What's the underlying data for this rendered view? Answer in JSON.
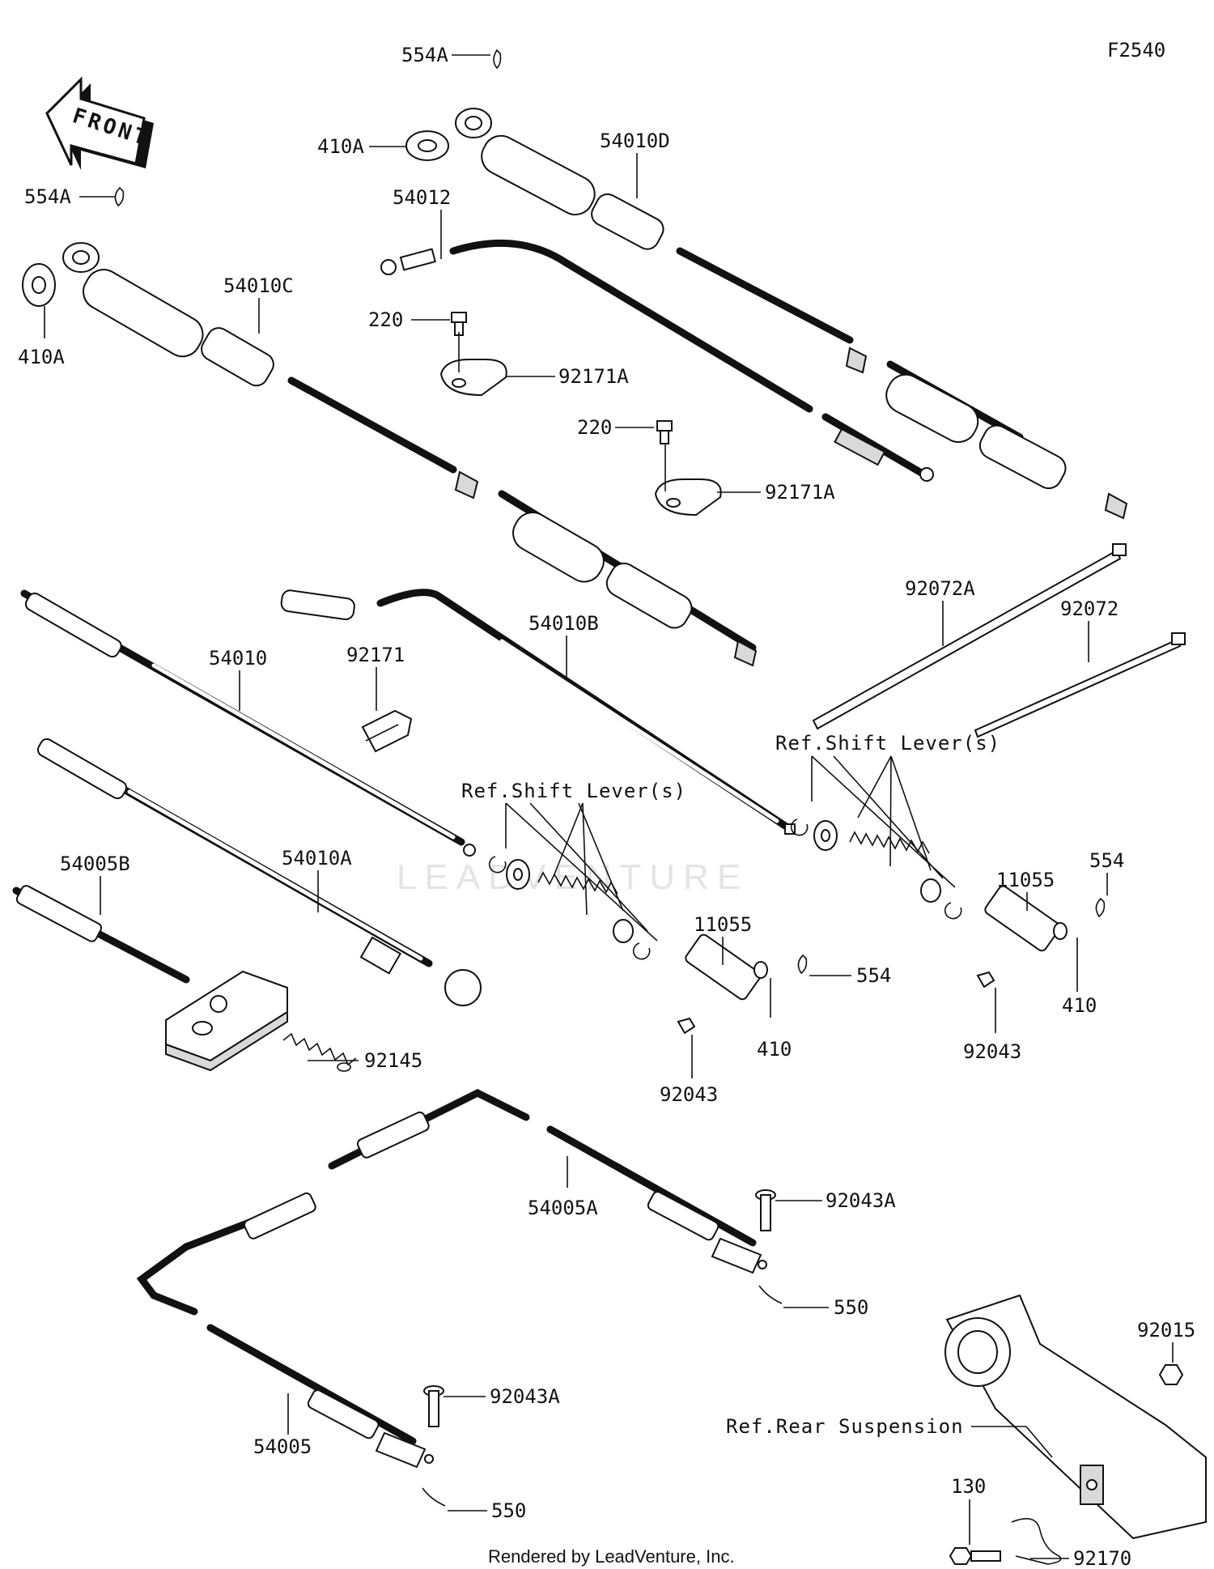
{
  "diagram_id": "F2540",
  "front_arrow_label": "FRONT",
  "footer": "Rendered by LeadVenture, Inc.",
  "watermark": "LEADVENTURE",
  "callouts": {
    "c554A_top": "554A",
    "c410A_top": "410A",
    "c54010D": "54010D",
    "c554A_left": "554A",
    "c54012": "54012",
    "c410A_left": "410A",
    "c54010C": "54010C",
    "c220_a": "220",
    "c92171A_a": "92171A",
    "c220_b": "220",
    "c92171A_b": "92171A",
    "c92072A": "92072A",
    "c92072": "92072",
    "c54010": "54010",
    "c92171": "92171",
    "c54010B": "54010B",
    "c54010A": "54010A",
    "c54005B": "54005B",
    "c11055_a": "11055",
    "c410_a": "410",
    "c92043_a": "92043",
    "c554_mid": "554",
    "c11055_b": "11055",
    "c554_right": "554",
    "c410_b": "410",
    "c92043_b": "92043",
    "c92145": "92145",
    "c92043A_a": "92043A",
    "c54005A": "54005A",
    "c550_a": "550",
    "c92015": "92015",
    "c92043A_b": "92043A",
    "c54005": "54005",
    "c130": "130",
    "c550_b": "550",
    "c92170": "92170"
  },
  "references": {
    "shift_lever_left": "Ref.Shift Lever(s)",
    "shift_lever_right": "Ref.Shift Lever(s)",
    "rear_suspension": "Ref.Rear Suspension"
  }
}
